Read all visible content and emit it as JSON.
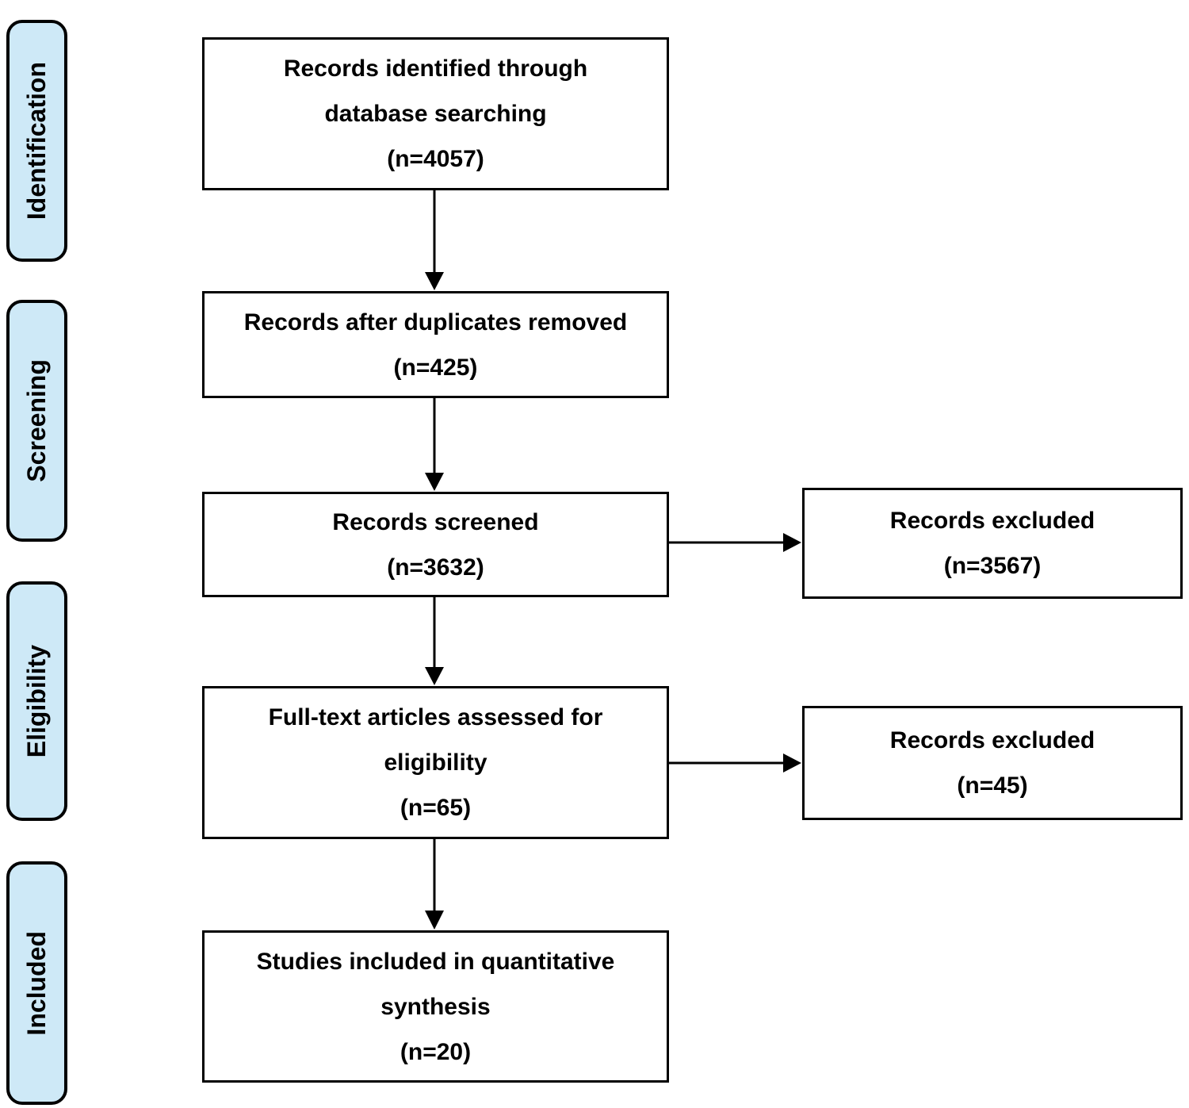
{
  "diagram": {
    "stages": [
      {
        "label": "Identification"
      },
      {
        "label": "Screening"
      },
      {
        "label": "Eligibility"
      },
      {
        "label": "Included"
      }
    ],
    "flow_boxes": [
      {
        "lines": [
          "Records identified through",
          "database searching",
          "（n=4057）"
        ]
      },
      {
        "lines": [
          "Records after duplicates removed",
          "（n=425）"
        ]
      },
      {
        "lines": [
          "Records screened",
          "（n=3632）"
        ]
      },
      {
        "lines": [
          "Full-text articles assessed for",
          "eligibility",
          "（n=65）"
        ]
      },
      {
        "lines": [
          "Studies included in quantitative",
          "synthesis",
          "(n=20)"
        ]
      }
    ],
    "side_boxes": [
      {
        "lines": [
          "Records excluded",
          "（n=3567）"
        ]
      },
      {
        "lines": [
          "Records excluded",
          "（n=45）"
        ]
      }
    ],
    "colors": {
      "stage_fill": "#cee9f7",
      "stage_border": "#000000",
      "box_border": "#000000",
      "arrow": "#000000",
      "text": "#000000",
      "background": "#ffffff"
    }
  }
}
